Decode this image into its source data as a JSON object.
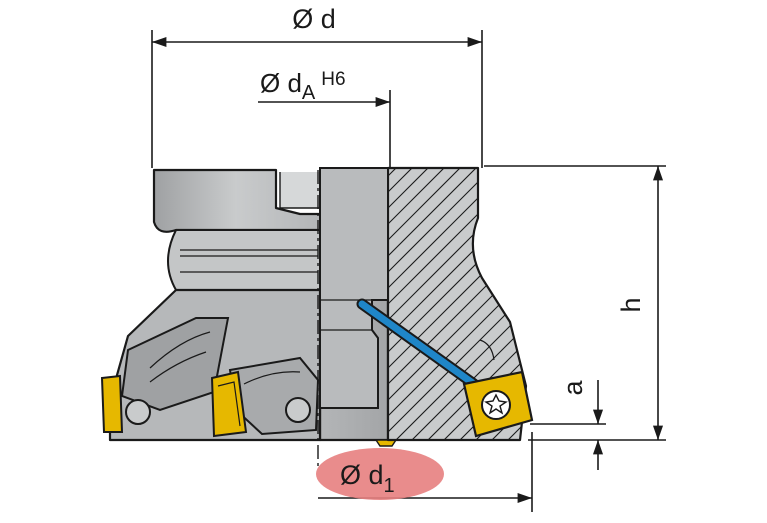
{
  "labels": {
    "d": "Ø d",
    "dA_prefix": "Ø d",
    "dA_sub": "A",
    "dA_tol": "H6",
    "d1_prefix": "Ø d",
    "d1_sub": "1",
    "h": "h",
    "a": "a"
  },
  "colors": {
    "body_gray": "#b9bbbd",
    "body_light": "#d6d8d9",
    "body_dark": "#8e9092",
    "insert_yellow": "#e6b800",
    "coolant_blue": "#1f86c8",
    "highlight_red": "#e77f7f",
    "line": "#1a1a1a"
  }
}
